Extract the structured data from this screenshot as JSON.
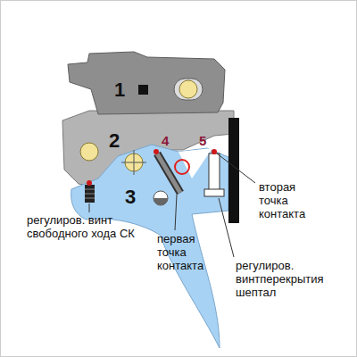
{
  "diagram": {
    "labels": [
      "1",
      "2",
      "3",
      "4",
      "5",
      "вторая точка контакта",
      "регулиров. винт свободного хода СК",
      "первая точка контакта",
      "регулиров. винтперекрытия шептал"
    ]
  }
}
